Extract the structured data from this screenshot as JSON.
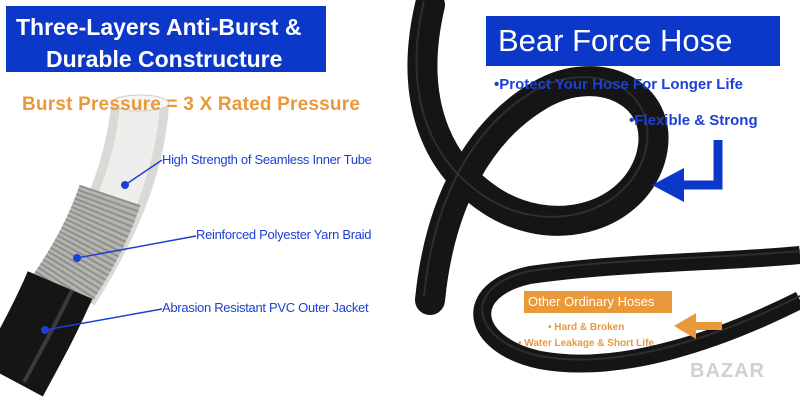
{
  "left_panel": {
    "title_line1": "Three-Layers Anti-Burst &",
    "title_line2": "Durable Constructure",
    "burst_pressure": "Burst Pressure = 3 X Rated Pressure",
    "layers": [
      {
        "label": "High Strength of Seamless Inner Tube"
      },
      {
        "label": "Reinforced Polyester Yarn Braid"
      },
      {
        "label": "Abrasion Resistant PVC Outer Jacket"
      }
    ]
  },
  "right_panel": {
    "title": "Bear Force Hose",
    "features": [
      {
        "bullet": "•",
        "label": "Protect Your Hose For Longer Life"
      },
      {
        "bullet": "•",
        "label": "Flexible & Strong"
      }
    ],
    "comparison": {
      "heading": "Other Ordinary Hoses",
      "drawbacks": [
        {
          "bullet": "•",
          "label": "Hard & Broken"
        },
        {
          "bullet": "•",
          "label": "Water Leakage & Short Life"
        }
      ]
    },
    "watermark": "BAZAR"
  },
  "colors": {
    "brand_blue": "#0b38c9",
    "text_blue": "#1c3fd6",
    "accent_orange": "#e9993a",
    "hose_black": "#151515"
  }
}
